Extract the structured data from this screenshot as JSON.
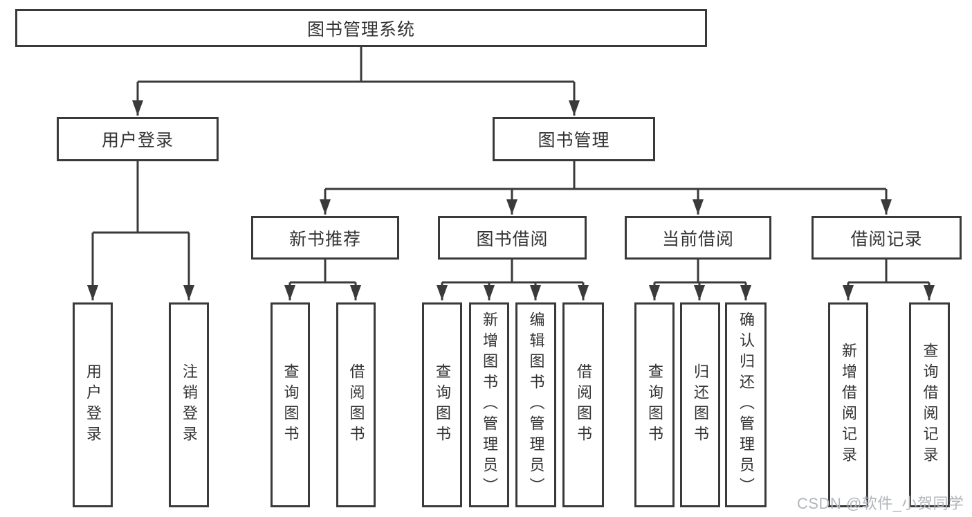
{
  "diagram": {
    "type": "hierarchy-tree",
    "watermark": "CSDN @软件_小贺同学",
    "colors": {
      "line": "#3a3a3a",
      "text": "#333333",
      "background": "#ffffff",
      "watermark": "#b2b6ba"
    },
    "tree": {
      "label": "图书管理系统",
      "children": [
        {
          "label": "用户登录",
          "children": [
            {
              "label": "用户登录"
            },
            {
              "label": "注销登录"
            }
          ]
        },
        {
          "label": "图书管理",
          "children": [
            {
              "label": "新书推荐",
              "children": [
                {
                  "label": "查询图书"
                },
                {
                  "label": "借阅图书"
                }
              ]
            },
            {
              "label": "图书借阅",
              "children": [
                {
                  "label": "查询图书"
                },
                {
                  "label": "新增图书（管理员）"
                },
                {
                  "label": "编辑图书（管理员）"
                },
                {
                  "label": "借阅图书"
                }
              ]
            },
            {
              "label": "当前借阅",
              "children": [
                {
                  "label": "查询图书"
                },
                {
                  "label": "归还图书"
                },
                {
                  "label": "确认归还（管理员）"
                }
              ]
            },
            {
              "label": "借阅记录",
              "children": [
                {
                  "label": "新增借阅记录"
                },
                {
                  "label": "查询借阅记录"
                }
              ]
            }
          ]
        }
      ]
    }
  }
}
